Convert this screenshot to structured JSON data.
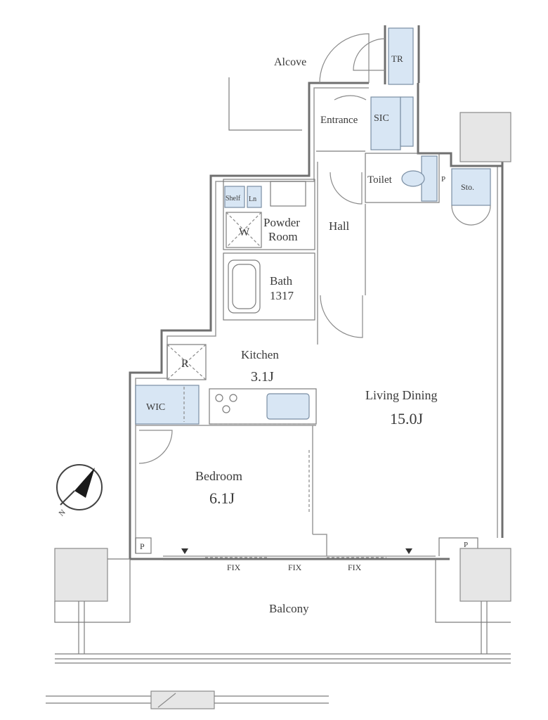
{
  "rooms": {
    "alcove": "Alcove",
    "tr": "TR",
    "entrance": "Entrance",
    "sic": "SIC",
    "toilet": "Toilet",
    "p_toilet": "P",
    "sto": "Sto.",
    "shelf": "Shelf",
    "ln": "Ln",
    "w": "W",
    "powder_line1": "Powder",
    "powder_line2": "Room",
    "hall": "Hall",
    "bath_line1": "Bath",
    "bath_line2": "1317",
    "kitchen": "Kitchen",
    "kitchen_size": "3.1J",
    "r": "R",
    "wic": "WIC",
    "living_dining": "Living Dining",
    "living_size": "15.0J",
    "bedroom": "Bedroom",
    "bedroom_size": "6.1J",
    "p_left": "P",
    "p_right": "P",
    "fix1": "FIX",
    "fix2": "FIX",
    "fix3": "FIX",
    "balcony": "Balcony",
    "compass_n": "N"
  },
  "colors": {
    "fixture_fill": "#d8e6f4",
    "wall": "#6f6f6f",
    "text": "#3a3a3a"
  }
}
